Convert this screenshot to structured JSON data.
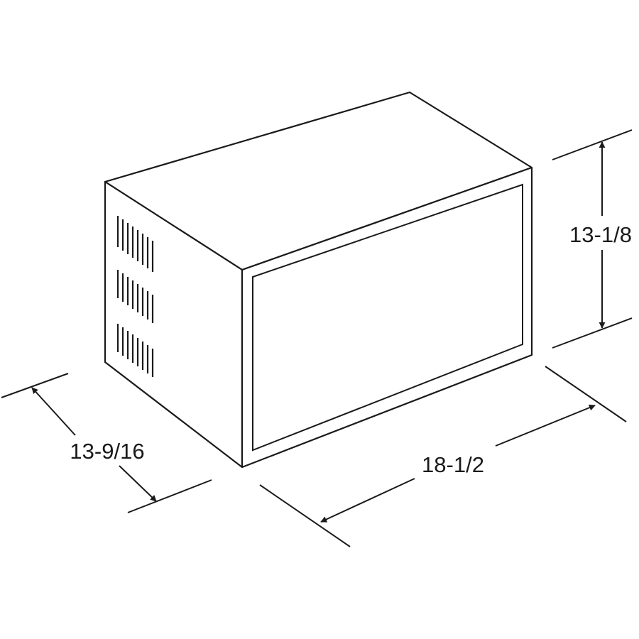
{
  "dimensions": {
    "height": "13-1/8",
    "width": "18-1/2",
    "depth": "13-9/16"
  },
  "colors": {
    "stroke": "#1a1a1a",
    "background": "#ffffff"
  }
}
